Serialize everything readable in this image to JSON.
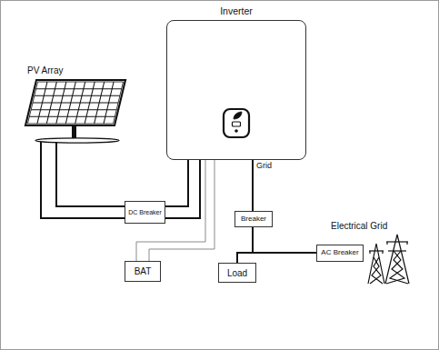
{
  "diagram": {
    "nodes": [
      {
        "text": [
          "Inverter"
        ]
      },
      {
        "text": [
          "PV Array"
        ]
      },
      {
        "text": [
          "DC Breaker"
        ]
      },
      {
        "text": [
          "Breaker"
        ]
      },
      {
        "text": [
          "Electrical Grid"
        ]
      },
      {
        "text": [
          "AC Breaker"
        ]
      },
      {
        "text": [
          "BAT"
        ]
      },
      {
        "text": [
          "Load"
        ]
      }
    ],
    "edges": [
      {
        "from": 1,
        "to": 2,
        "arrow": "none"
      },
      {
        "from": 1,
        "to": 2,
        "arrow": "none"
      },
      {
        "from": 2,
        "to": 0,
        "arrow": "none"
      },
      {
        "from": 2,
        "to": 0,
        "arrow": "none"
      },
      {
        "from": 0,
        "to": 3,
        "label": "Grid",
        "arrow": "none"
      },
      {
        "from": 3,
        "to": 5,
        "arrow": "none"
      },
      {
        "from": 3,
        "to": 7,
        "arrow": "none"
      },
      {
        "from": 5,
        "to": 4,
        "arrow": "none"
      },
      {
        "from": 0,
        "to": 6,
        "arrow": "none"
      },
      {
        "from": 0,
        "to": 6,
        "arrow": "none"
      }
    ]
  }
}
